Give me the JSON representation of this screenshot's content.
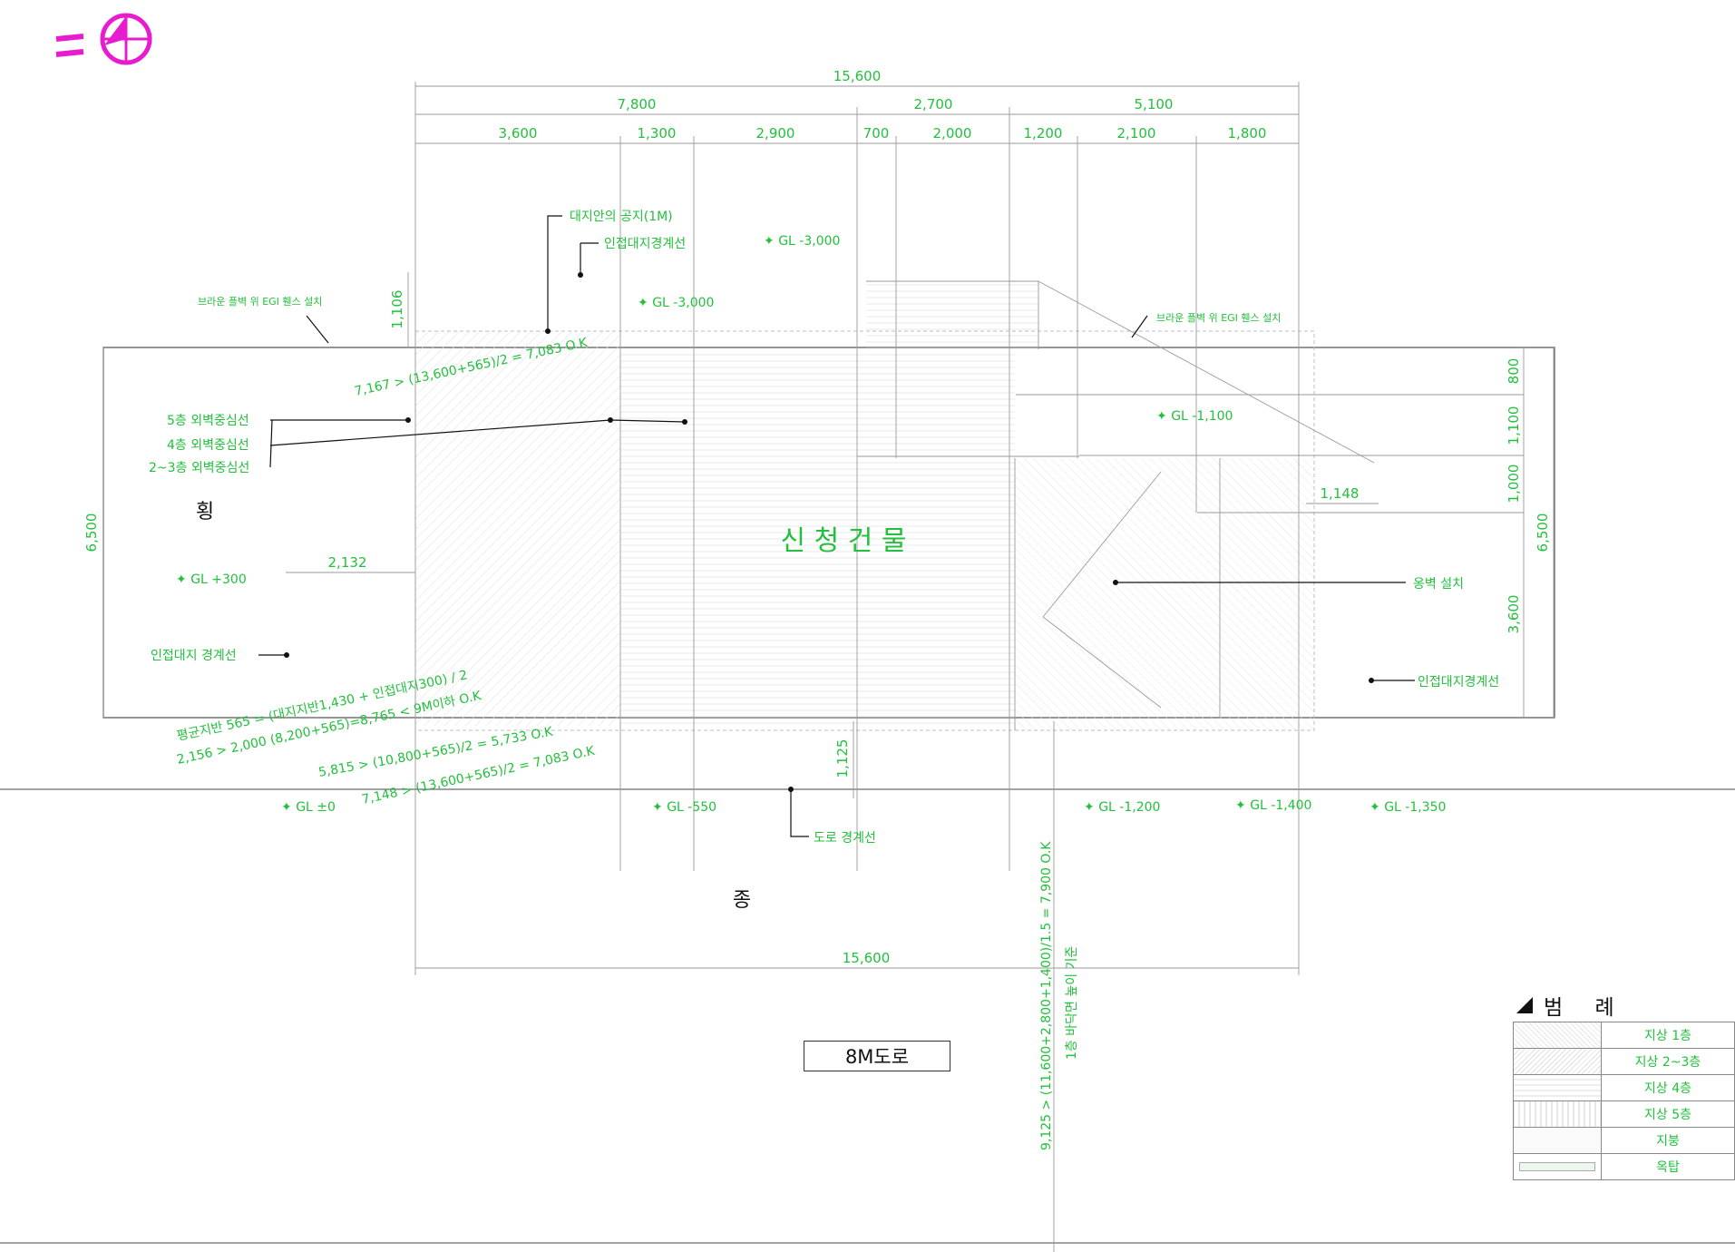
{
  "drawing": {
    "building_label": "신 청 건 물",
    "axis_horizontal": "횡",
    "axis_vertical": "종",
    "road_label": "8M도로",
    "dims_top_total": "15,600",
    "dims_top_row2": [
      "7,800",
      "2,700",
      "5,100"
    ],
    "dims_top_row3": [
      "3,600",
      "1,300",
      "2,900",
      "700",
      "2,000",
      "1,200",
      "2,100",
      "1,800"
    ],
    "dims_bottom_total": "15,600",
    "dims_left": "6,500",
    "dims_right_total": "6,500",
    "dims_right": [
      "800",
      "1,100",
      "1,000",
      "3,600"
    ],
    "dim_1106": "1,106",
    "dim_1148": "1,148",
    "dim_2132": "2,132",
    "dim_1125": "1,125",
    "ground_levels": {
      "gl_top_right": "GL -3,000",
      "gl_top_mid": "GL -3,000",
      "gl_right_mid": "GL -1,100",
      "gl_left": "GL +300",
      "gl_bottom_left": "GL ±0",
      "gl_bottom_mid": "GL -550",
      "gl_bottom_r1": "GL -1,200",
      "gl_bottom_r2": "GL -1,400",
      "gl_bottom_r3": "GL -1,350"
    },
    "notes": {
      "site_distance": "대지안의 공지(1M)",
      "adjacent_top": "인접대지경계선",
      "fence_left": "브라운 플벽 위 EGI 휀스 설치",
      "fence_right": "브라운 플벽 위 EGI 휀스 설치",
      "line_5f": "5층 외벽중심선",
      "line_4f": "4층 외벽중심선",
      "line_23f": "2~3층 외벽중심선",
      "adjacent_left": "인접대지 경계선",
      "adjacent_right": "인접대지경계선",
      "road_boundary": "도로 경계선",
      "retaining_wall": "옹벽 설치",
      "calc_1": "7,167 > (13,600+565)/2 = 7,083 O.K",
      "calc_2a": "평균지반  565 = (대지지반1,430 + 인접대지300) / 2",
      "calc_2b": "2,156 > 2,000 (8,200+565)=8,765 < 9M이하 O.K",
      "calc_3": "5,815 > (10,800+565)/2 = 5,733 O.K",
      "calc_4": "7,148 > (13,600+565)/2 = 7,083 O.K",
      "calc_vertical_1": "9,125 > (11,600+2,800+1,400)/1.5 = 7,900 O.K",
      "calc_vertical_2": "1층 바닥면 높이 기준"
    }
  },
  "legend": {
    "title": "범 례",
    "items": [
      "지상 1층",
      "지상 2~3층",
      "지상 4층",
      "지상 5층",
      "지붕",
      "옥탑"
    ]
  }
}
